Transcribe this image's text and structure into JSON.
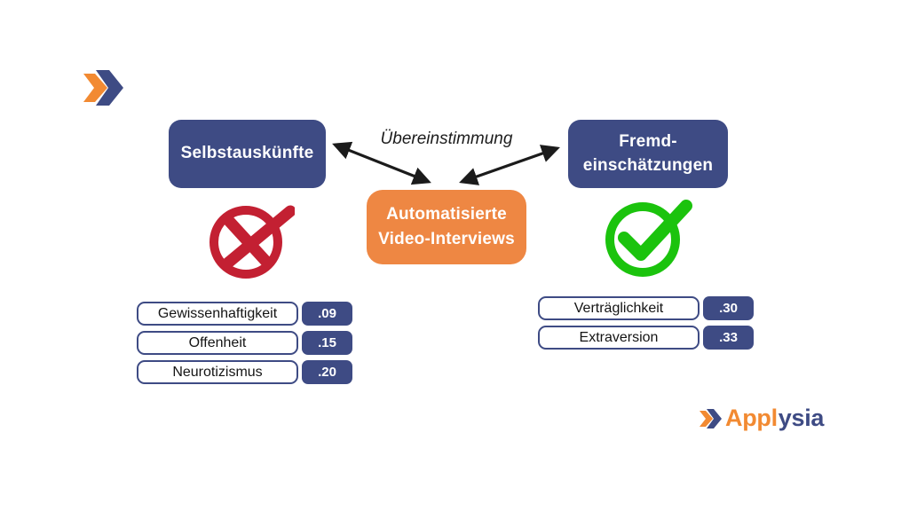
{
  "colors": {
    "brand_blue": "#3E4B84",
    "brand_orange": "#EE8743",
    "cross_red": "#C32032",
    "check_green": "#1BC30D",
    "ink": "#1C1C1C"
  },
  "diagram": {
    "left_box_label": "Selbstauskünfte",
    "right_box_line1": "Fremd-",
    "right_box_line2": "einschätzungen",
    "relation_label": "Übereinstimmung",
    "center_box_line1": "Automatisierte",
    "center_box_line2": "Video-Interviews",
    "left_icon": "cross-circle-icon",
    "right_icon": "check-circle-icon",
    "left_rows": [
      {
        "label": "Gewissenhaftigkeit",
        "value": ".09"
      },
      {
        "label": "Offenheit",
        "value": ".15"
      },
      {
        "label": "Neurotizismus",
        "value": ".20"
      }
    ],
    "right_rows": [
      {
        "label": "Verträglichkeit",
        "value": ".30"
      },
      {
        "label": "Extraversion",
        "value": ".33"
      }
    ]
  },
  "footer_logo": {
    "text_orange": "Appl",
    "text_blue": "ysia"
  }
}
